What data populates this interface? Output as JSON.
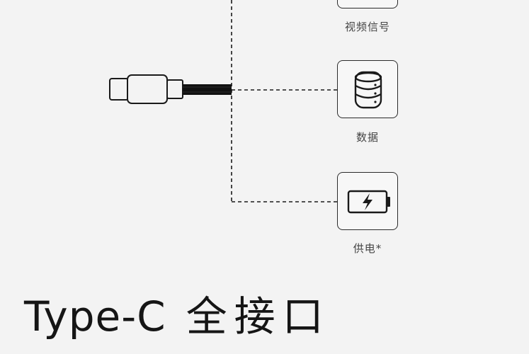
{
  "features": [
    {
      "caption": "视频信号",
      "icon": "display-icon"
    },
    {
      "caption": "数据",
      "icon": "database-icon"
    },
    {
      "caption": "供电*",
      "icon": "battery-charging-icon"
    }
  ],
  "title": {
    "latin": "Type-C",
    "chinese": "全接口"
  },
  "colors": {
    "background": "#f3f3f3",
    "stroke": "#1a1a1a",
    "text": "#151515",
    "caption": "#444444"
  }
}
